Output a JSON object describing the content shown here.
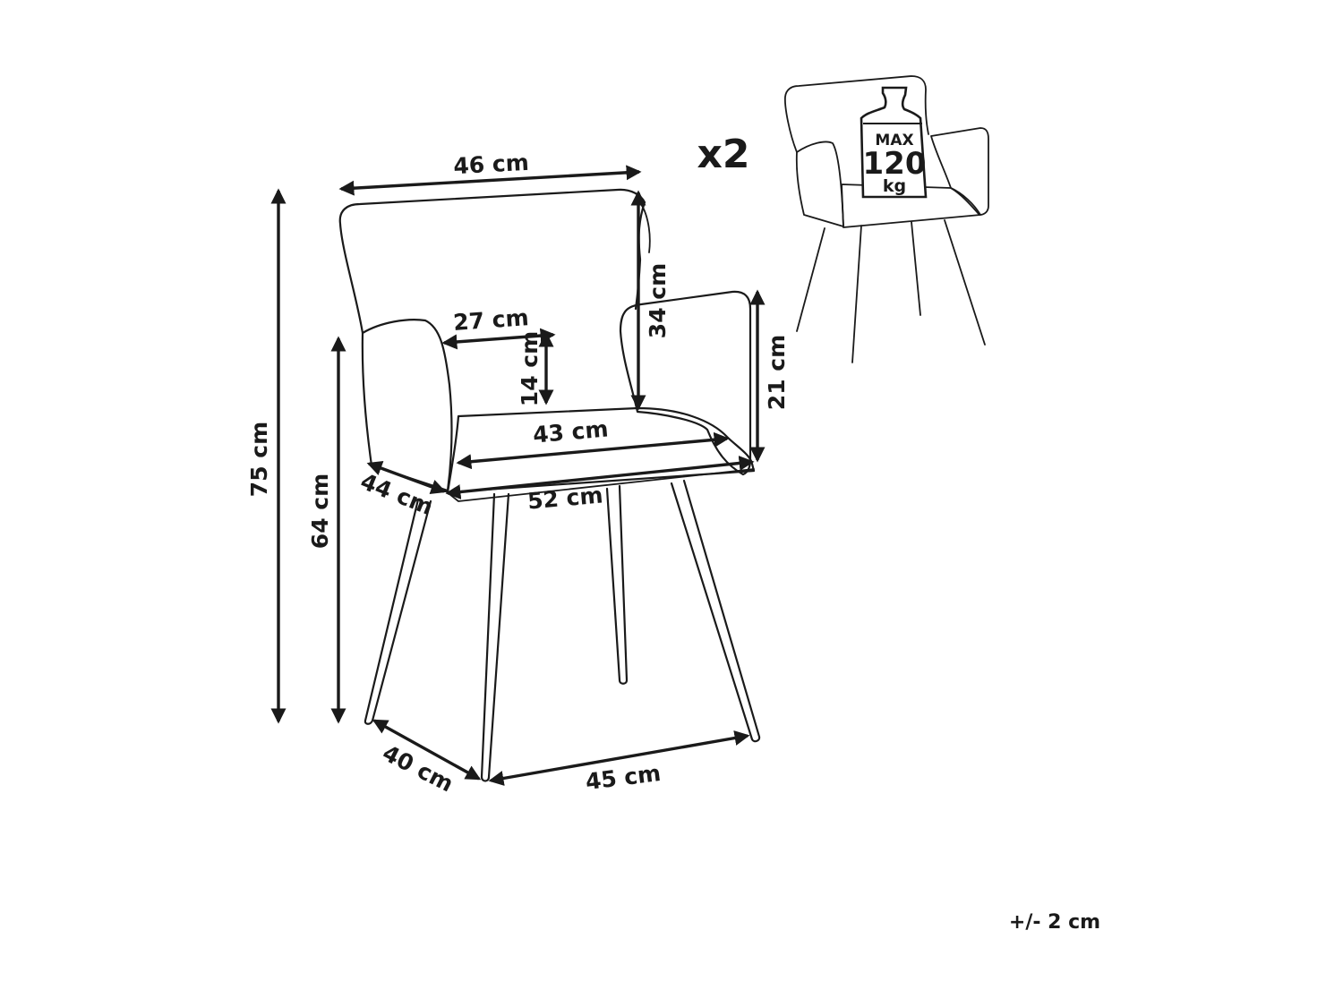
{
  "quantity": "x2",
  "tolerance": "+/- 2 cm",
  "max_load": {
    "line1": "MAX",
    "line2": "120",
    "line3": "kg"
  },
  "dimensions": {
    "back_width": "46 cm",
    "back_height": "34 cm",
    "armrest_inner_width": "27 cm",
    "armrest_inner_height": "14 cm",
    "armrest_height": "21 cm",
    "seat_width": "43 cm",
    "overall_width": "52 cm",
    "overall_depth": "44 cm",
    "total_height": "75 cm",
    "armrest_floor_height": "64 cm",
    "leg_depth": "40 cm",
    "leg_width": "45 cm"
  }
}
